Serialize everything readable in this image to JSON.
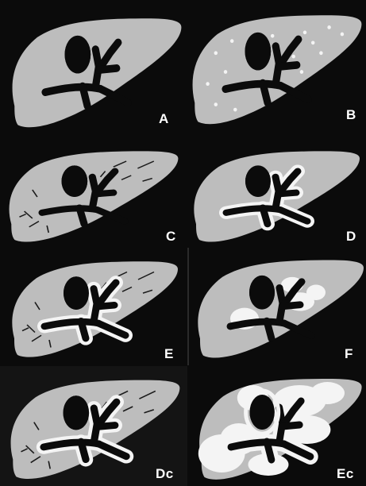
{
  "figure": {
    "background_color": "#0b0b0b",
    "panels": [
      {
        "id": "A",
        "label": "A",
        "variant": "plain",
        "liver_color": "#bdbdbd"
      },
      {
        "id": "B",
        "label": "B",
        "variant": "dots",
        "liver_color": "#bdbdbd"
      },
      {
        "id": "C",
        "label": "C",
        "variant": "lines",
        "liver_color": "#bdbdbd"
      },
      {
        "id": "D",
        "label": "D",
        "variant": "rim",
        "liver_color": "#bdbdbd"
      },
      {
        "id": "E",
        "label": "E",
        "variant": "rim-lines",
        "liver_color": "#bdbdbd"
      },
      {
        "id": "F",
        "label": "F",
        "variant": "patches",
        "liver_color": "#bdbdbd"
      },
      {
        "id": "Dc",
        "label": "Dc",
        "variant": "mixed",
        "liver_color": "#bdbdbd"
      },
      {
        "id": "Ec",
        "label": "Ec",
        "variant": "heavy",
        "liver_color": "#bdbdbd"
      }
    ]
  }
}
